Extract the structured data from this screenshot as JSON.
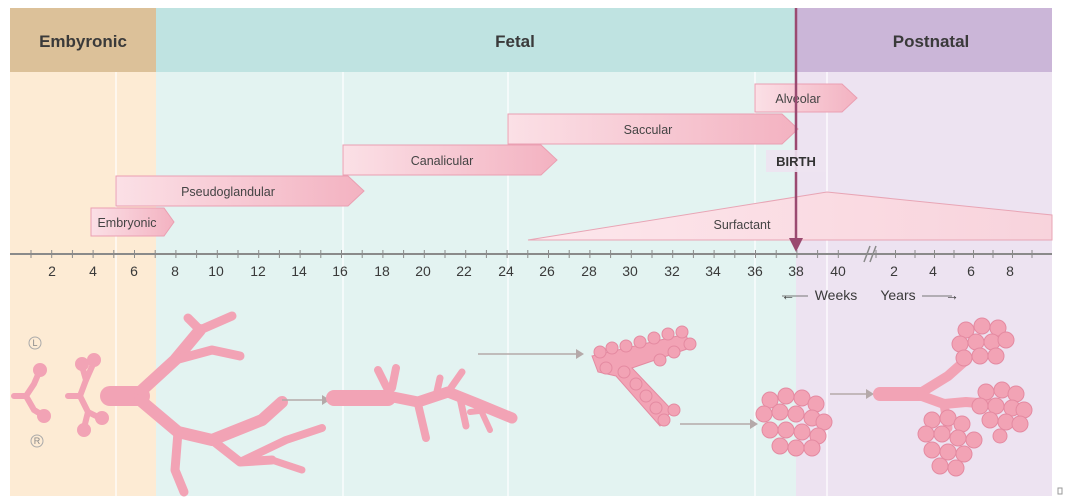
{
  "periods": {
    "embryonic": "Embyronic",
    "fetal": "Fetal",
    "postnatal": "Postnatal"
  },
  "stages": [
    "Embryonic",
    "Pseudoglandular",
    "Canalicular",
    "Saccular",
    "Alveolar"
  ],
  "surfactant": "Surfactant",
  "birth": "BIRTH",
  "axis": {
    "week_ticks": [
      "2",
      "4",
      "6",
      "8",
      "10",
      "12",
      "14",
      "16",
      "18",
      "20",
      "22",
      "24",
      "26",
      "28",
      "30",
      "32",
      "34",
      "36",
      "38",
      "40"
    ],
    "year_ticks": [
      "2",
      "4",
      "6",
      "8"
    ],
    "weeks_label": "Weeks",
    "years_label": "Years",
    "left_arrow": "←",
    "right_arrow": "→"
  },
  "side_marks": {
    "left": "L",
    "right": "R"
  },
  "colors": {
    "embryonic_header": "#dcc199",
    "fetal_header": "#bfe3e1",
    "postnatal_header": "#cbb6d8",
    "embryonic_bg": "#fdebd4",
    "fetal_bg": "#e3f3f1",
    "postnatal_bg": "#ede3f1",
    "stage_arrow": "#f6c3ce",
    "lung": "#f2a3b5",
    "birth_line": "#9a4a70"
  }
}
